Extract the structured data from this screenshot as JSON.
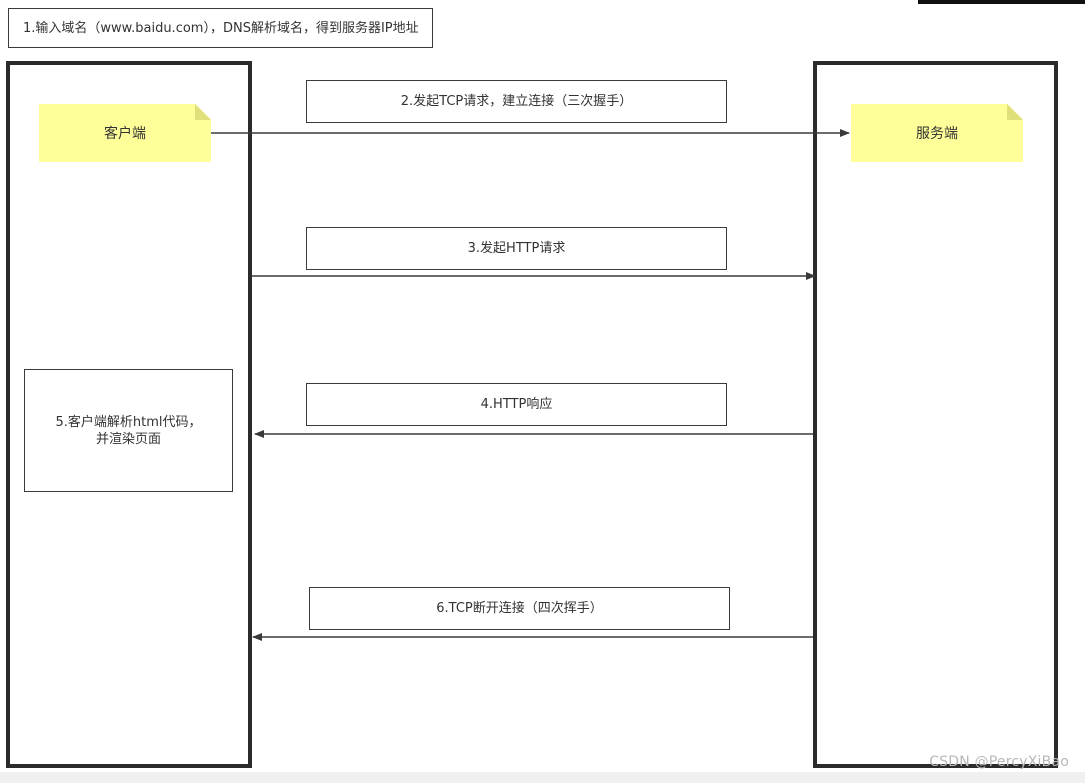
{
  "dns_step": {
    "label": "1.输入域名（www.baidu.com），DNS解析域名，得到服务器IP地址"
  },
  "client": {
    "label": "客户端"
  },
  "server": {
    "label": "服务端"
  },
  "messages": [
    {
      "label": "2.发起TCP请求，建立连接（三次握手）",
      "direction": "client-to-server"
    },
    {
      "label": "3.发起HTTP请求",
      "direction": "client-to-server"
    },
    {
      "label": "4.HTTP响应",
      "direction": "server-to-client"
    },
    {
      "label": "6.TCP断开连接（四次挥手）",
      "direction": "server-to-client"
    }
  ],
  "client_render_step": {
    "label": "5.客户端解析html代码，\n并渲染页面"
  },
  "watermark": "CSDN @PercyXiBao",
  "colors": {
    "note_fill": "#ffff99",
    "lane_border": "#2b2b2b",
    "line": "#3a3a3a"
  }
}
